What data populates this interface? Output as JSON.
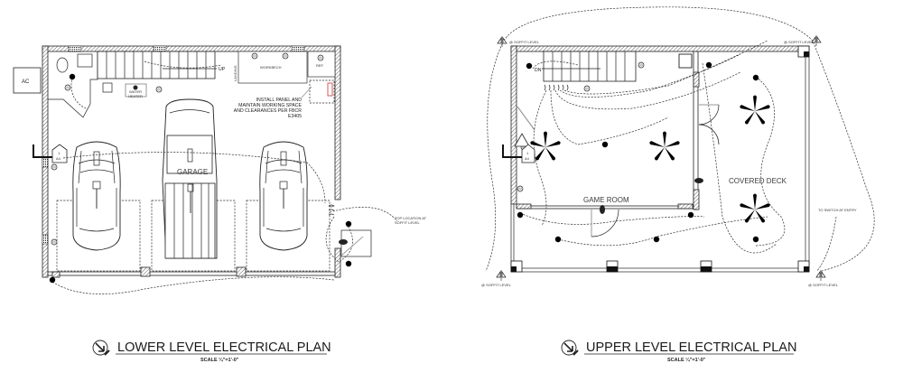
{
  "drawings": [
    {
      "id": "lower",
      "title": "LOWER LEVEL ELECTRICAL PLAN",
      "scale": "SCALE ¼\"=1'-0\"",
      "rooms": {
        "garage": "GARAGE",
        "workbench": "WORKBECH",
        "landing": "LANDING",
        "refrigerator": "REF.",
        "water_heater_line1": "WATER",
        "water_heater_line2": "HEATER",
        "ac": "AC"
      },
      "annotations": {
        "panel_note": [
          "INSTALL PANEL AND",
          "MAINTAIN WORKING SPACE",
          "AND CLEARANCES PER FBCR",
          "E3405"
        ],
        "stair": "UP",
        "soffit_note": [
          "TOP LOCATION AT",
          "SOFFIT LEVEL"
        ],
        "meter_tag": [
          "1",
          "A4"
        ]
      }
    },
    {
      "id": "upper",
      "title": "UPPER LEVEL ELECTRICAL PLAN",
      "scale": "SCALE ¼\"=1'-0\"",
      "rooms": {
        "game_room": "GAME ROOM",
        "covered_deck": "COVERED DECK"
      },
      "annotations": {
        "stair": "DN",
        "soffit_top_left": "@ SOFFIT LEVEL",
        "soffit_top_right": "@ SOFFIT LEVEL",
        "soffit_bottom_left": "@ SOFFIT LEVEL",
        "soffit_bottom_right": "@ SOFFIT LEVEL",
        "switch_note": "TO SWITCH AT ENTRY",
        "meter_tag": [
          "1",
          "A4"
        ]
      }
    }
  ]
}
